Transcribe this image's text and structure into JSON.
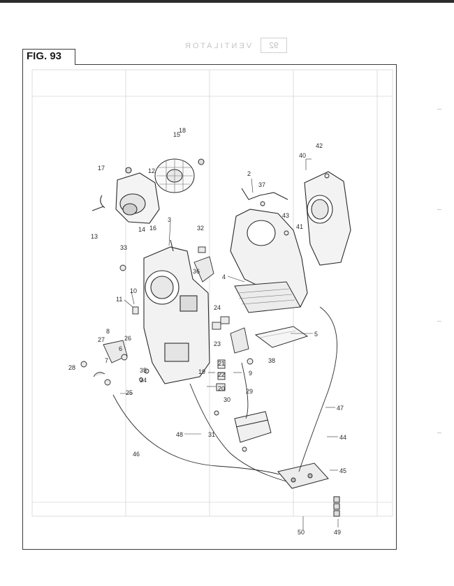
{
  "figure": {
    "label": "FIG. 93"
  },
  "callouts": [
    {
      "id": "2"
    },
    {
      "id": "3"
    },
    {
      "id": "4"
    },
    {
      "id": "5"
    },
    {
      "id": "6"
    },
    {
      "id": "7"
    },
    {
      "id": "8"
    },
    {
      "id": "9"
    },
    {
      "id": "10"
    },
    {
      "id": "11"
    },
    {
      "id": "12"
    },
    {
      "id": "13"
    },
    {
      "id": "14"
    },
    {
      "id": "15"
    },
    {
      "id": "16"
    },
    {
      "id": "17"
    },
    {
      "id": "18"
    },
    {
      "id": "19"
    },
    {
      "id": "20"
    },
    {
      "id": "21"
    },
    {
      "id": "22"
    },
    {
      "id": "23"
    },
    {
      "id": "24"
    },
    {
      "id": "25"
    },
    {
      "id": "26"
    },
    {
      "id": "27"
    },
    {
      "id": "28"
    },
    {
      "id": "29"
    },
    {
      "id": "30"
    },
    {
      "id": "31"
    },
    {
      "id": "32"
    },
    {
      "id": "33"
    },
    {
      "id": "34"
    },
    {
      "id": "35"
    },
    {
      "id": "36"
    },
    {
      "id": "37"
    },
    {
      "id": "38"
    },
    {
      "id": "40"
    },
    {
      "id": "41"
    },
    {
      "id": "42"
    },
    {
      "id": "43"
    },
    {
      "id": "44"
    },
    {
      "id": "45"
    },
    {
      "id": "46"
    },
    {
      "id": "47"
    },
    {
      "id": "48"
    },
    {
      "id": "49"
    },
    {
      "id": "50"
    }
  ],
  "colors": {
    "ink": "#2a2a2a",
    "faint": "#c4c4c4",
    "paper": "#ffffff"
  }
}
